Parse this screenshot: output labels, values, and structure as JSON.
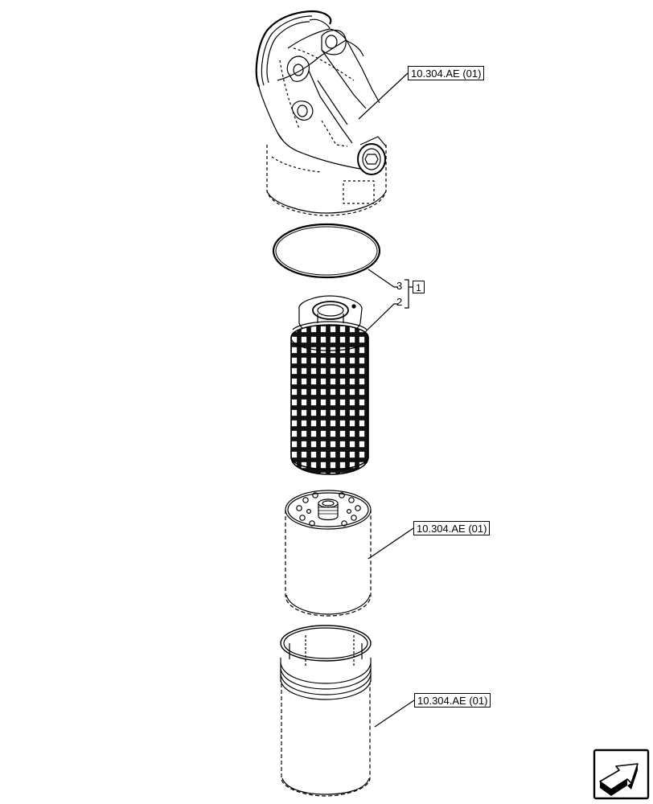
{
  "references": [
    {
      "id": "ref-filter-head",
      "label": "10.304.AE (01)"
    },
    {
      "id": "ref-cartridge",
      "label": "10.304.AE (01)"
    },
    {
      "id": "ref-bowl",
      "label": "10.304.AE (01)"
    }
  ],
  "callouts": {
    "o_ring_number": "3",
    "element_number": "2",
    "kit_number": "1"
  },
  "icons": {
    "nav": "next-page-arrow-icon"
  }
}
